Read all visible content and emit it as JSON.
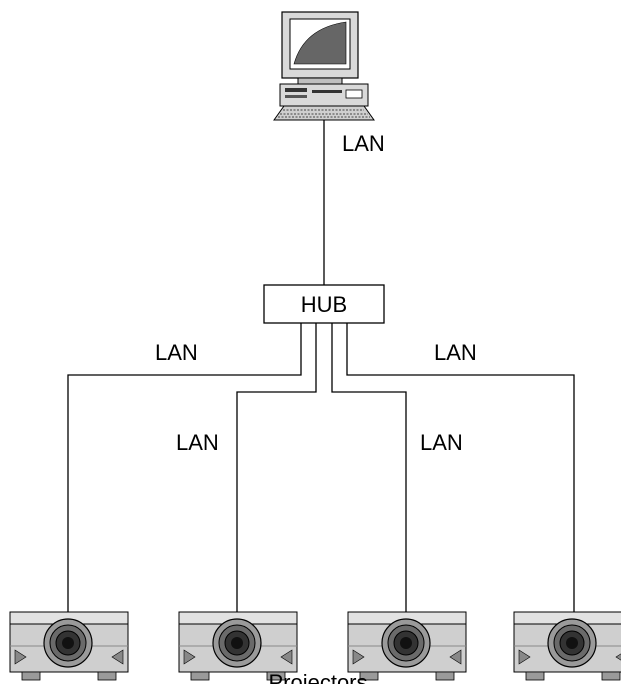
{
  "diagram": {
    "computer": {
      "icon": "desktop-computer-icon",
      "link_label": "LAN"
    },
    "hub": {
      "label": "HUB"
    },
    "links": [
      {
        "id": "p1",
        "label": "LAN"
      },
      {
        "id": "p2",
        "label": "LAN"
      },
      {
        "id": "p3",
        "label": "LAN"
      },
      {
        "id": "p4",
        "label": "LAN"
      }
    ],
    "projectors": [
      {
        "icon": "projector-icon"
      },
      {
        "icon": "projector-icon"
      },
      {
        "icon": "projector-icon"
      },
      {
        "icon": "projector-icon"
      }
    ],
    "projectors_caption": "Projectors",
    "colors": {
      "line": "#000000",
      "device_fill": "#cccccc",
      "device_dark": "#808080"
    }
  }
}
